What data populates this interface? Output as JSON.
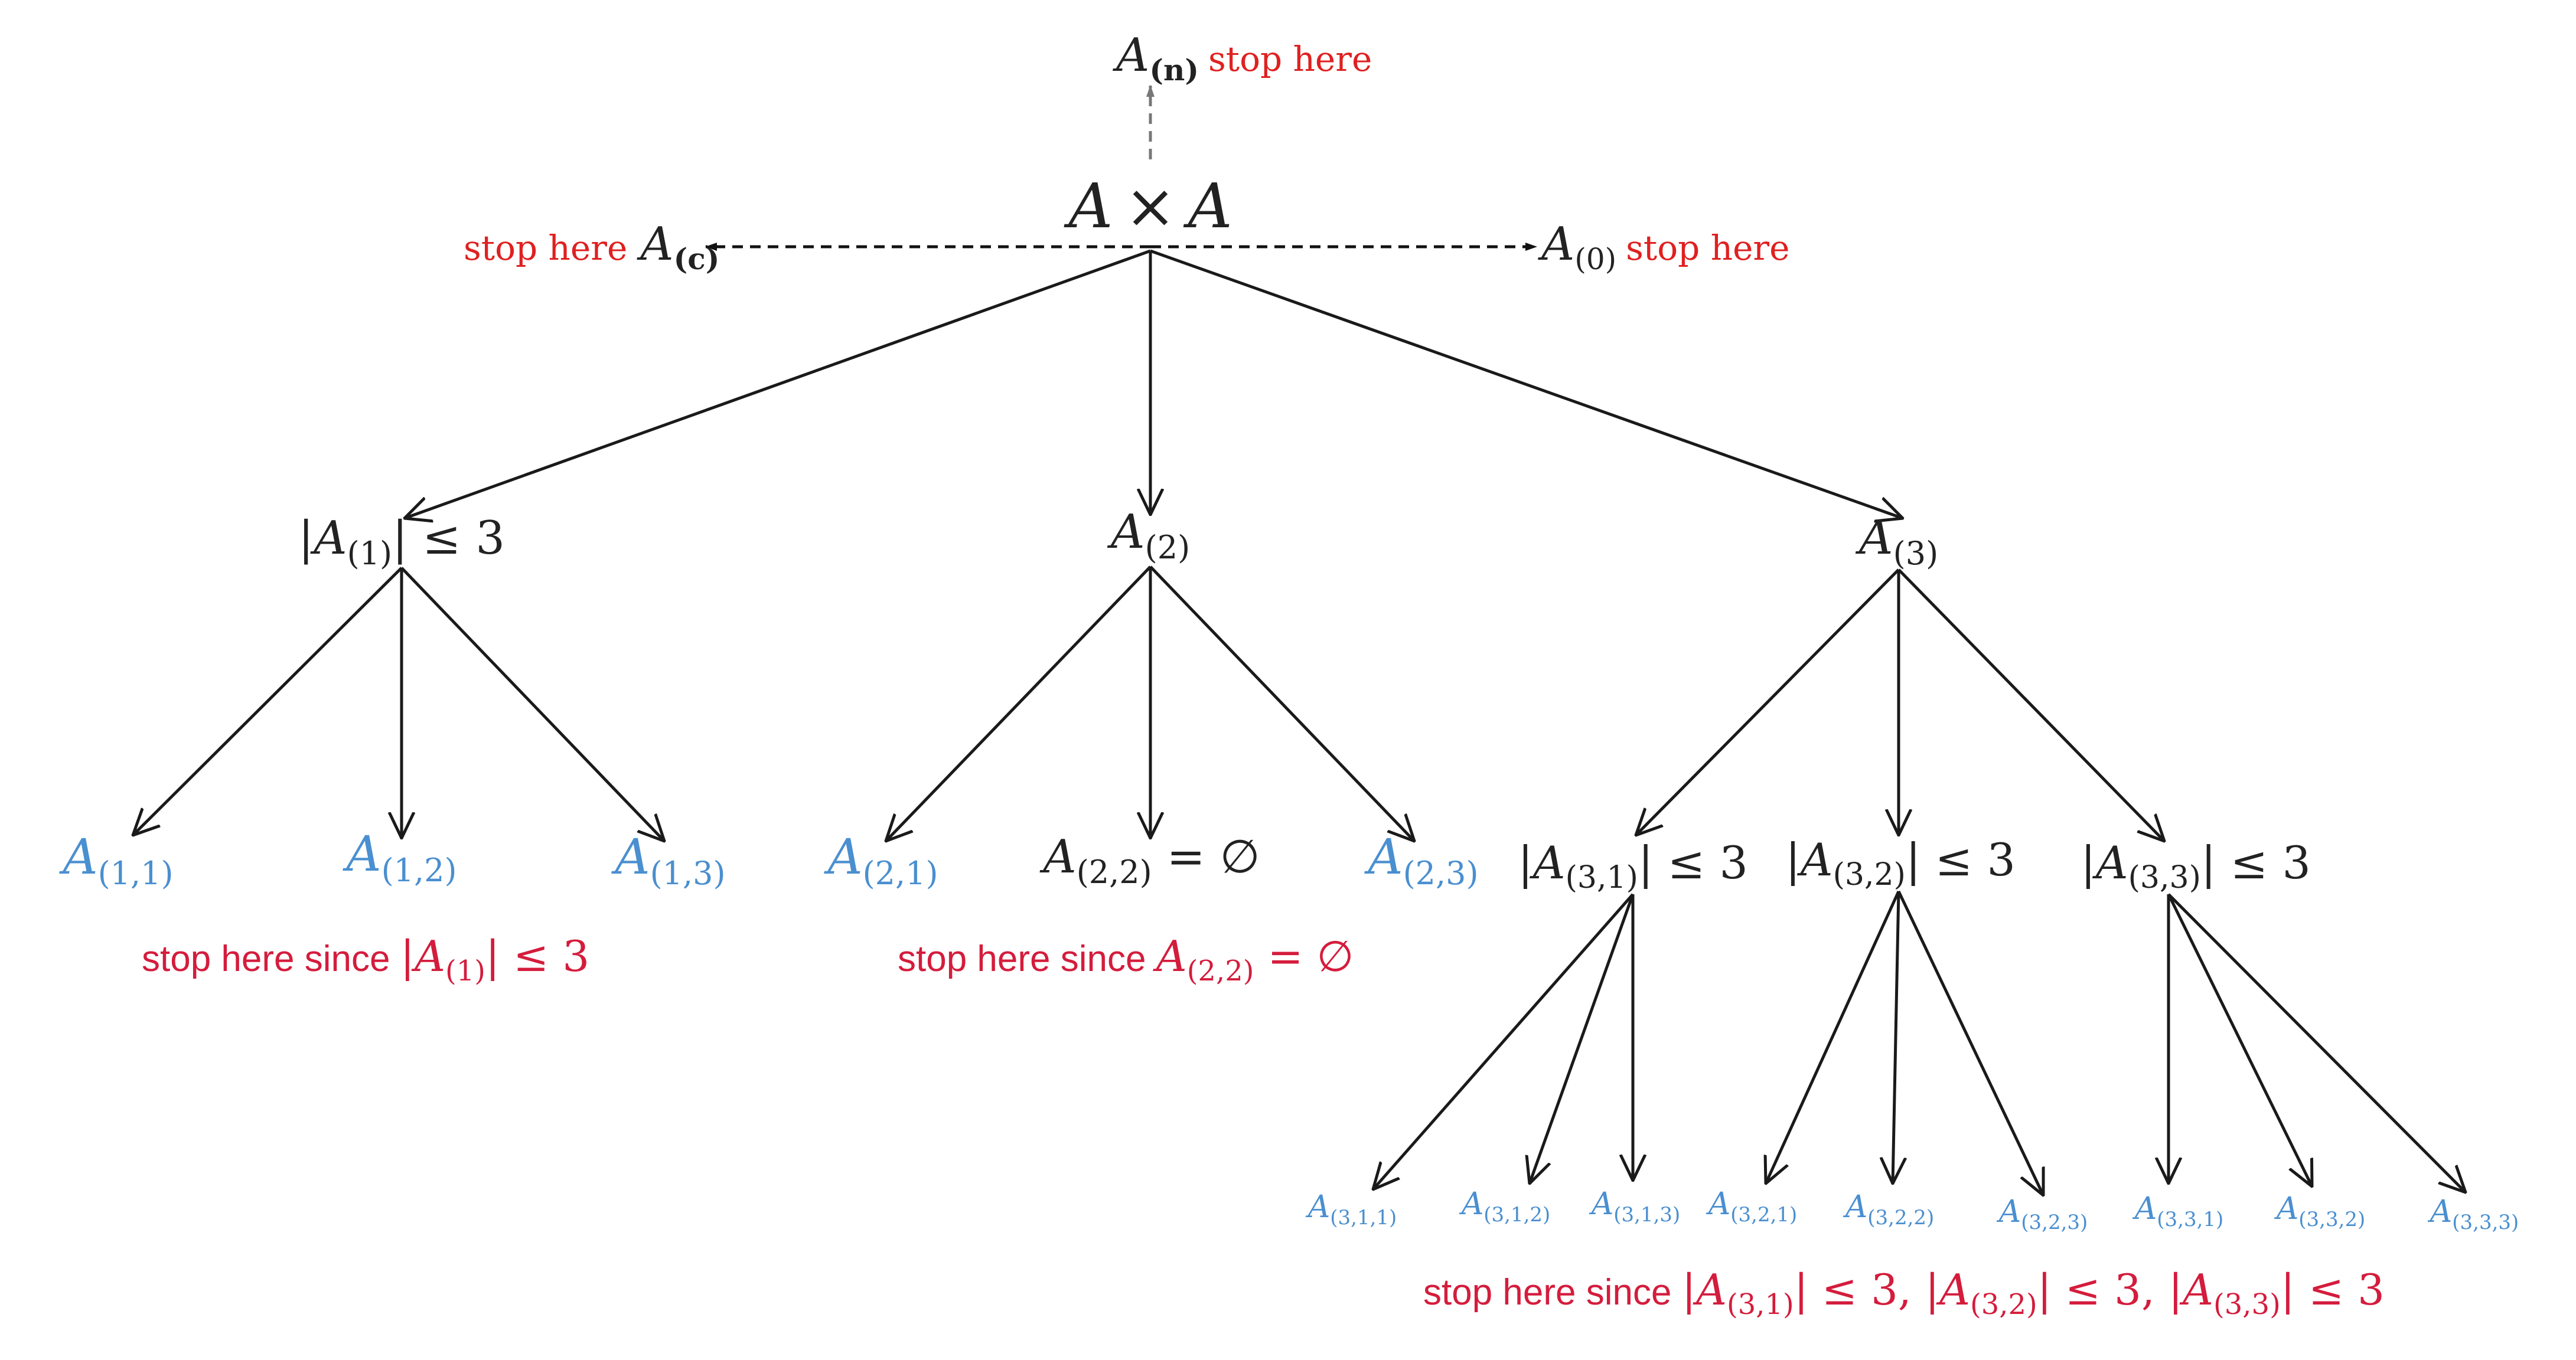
{
  "colors": {
    "edge": "#1a1a1a",
    "dashed": "#111111",
    "dashed_up": "#777777",
    "node_black": "#222222",
    "leaf_blue": "#4a8fd0",
    "stop_red": "#e02020",
    "note_red": "#d41c3c"
  },
  "root": {
    "base": "A",
    "op": "×",
    "base2": "A"
  },
  "side_nodes": {
    "n": {
      "base": "A",
      "sub": "(n)",
      "stop": "stop here"
    },
    "c": {
      "base": "A",
      "sub": "(c)",
      "stop": "stop here"
    },
    "zero": {
      "base": "A",
      "sub": "(0)",
      "stop": "stop here"
    }
  },
  "level1": {
    "a1": {
      "pre": "|",
      "base": "A",
      "sub": "(1)",
      "post": "| ≤ 3"
    },
    "a2": {
      "base": "A",
      "sub": "(2)"
    },
    "a3": {
      "base": "A",
      "sub": "(3)"
    }
  },
  "level2": {
    "a11": {
      "base": "A",
      "sub": "(1,1)"
    },
    "a12": {
      "base": "A",
      "sub": "(1,2)"
    },
    "a13": {
      "base": "A",
      "sub": "(1,3)"
    },
    "a21": {
      "base": "A",
      "sub": "(2,1)"
    },
    "a22": {
      "base": "A",
      "sub": "(2,2)",
      "post": " = ∅"
    },
    "a23": {
      "base": "A",
      "sub": "(2,3)"
    },
    "a31": {
      "pre": "|",
      "base": "A",
      "sub": "(3,1)",
      "post": "| ≤ 3"
    },
    "a32": {
      "pre": "|",
      "base": "A",
      "sub": "(3,2)",
      "post": "| ≤ 3"
    },
    "a33": {
      "pre": "|",
      "base": "A",
      "sub": "(3,3)",
      "post": "| ≤ 3"
    }
  },
  "level3": {
    "a311": {
      "base": "A",
      "sub": "(3,1,1)"
    },
    "a312": {
      "base": "A",
      "sub": "(3,1,2)"
    },
    "a313": {
      "base": "A",
      "sub": "(3,1,3)"
    },
    "a321": {
      "base": "A",
      "sub": "(3,2,1)"
    },
    "a322": {
      "base": "A",
      "sub": "(3,2,2)"
    },
    "a323": {
      "base": "A",
      "sub": "(3,2,3)"
    },
    "a331": {
      "base": "A",
      "sub": "(3,3,1)"
    },
    "a332": {
      "base": "A",
      "sub": "(3,3,2)"
    },
    "a333": {
      "base": "A",
      "sub": "(3,3,3)"
    }
  },
  "notes": {
    "n1": {
      "text": "stop here since ",
      "pre": "|",
      "base": "A",
      "sub": "(1)",
      "post": "| ≤ 3"
    },
    "n2": {
      "text": "stop here since ",
      "base": "A",
      "sub": "(2,2)",
      "post": " = ∅"
    },
    "n3": {
      "text": "stop here since ",
      "p1_pre": "|",
      "p1_base": "A",
      "p1_sub": "(3,1)",
      "p1_post": "| ≤ 3, ",
      "p2_pre": "|",
      "p2_base": "A",
      "p2_sub": "(3,2)",
      "p2_post": "| ≤ 3, ",
      "p3_pre": "|",
      "p3_base": "A",
      "p3_sub": "(3,3)",
      "p3_post": "| ≤ 3"
    }
  }
}
